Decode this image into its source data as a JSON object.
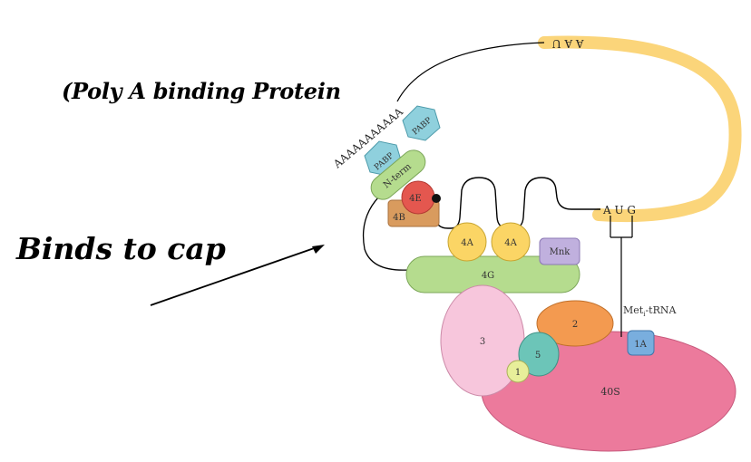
{
  "annotations": {
    "pabp_note": "(Poly A binding Protein",
    "cap_note": "Binds to cap"
  },
  "mrna": {
    "polya_tail": "AAAAAAAAAAA",
    "cap_end_bases": "A A U",
    "start_codon": "A U G"
  },
  "proteins": {
    "pabp_1": "PABP",
    "pabp_2": "PABP",
    "n_term": "N-term",
    "eif4e": "4E",
    "eif4b": "4B",
    "eif4a_1": "4A",
    "eif4a_2": "4A",
    "mnk": "Mnk",
    "eif4g": "4G",
    "eif3": "3",
    "eif2": "2",
    "eif5": "5",
    "eif1": "1",
    "eif1a": "1A",
    "ribosome_40s": "40S"
  },
  "trna": {
    "label_prefix": "Met",
    "label_subscript": "i",
    "label_suffix": "-tRNA"
  },
  "colors": {
    "mrna_body": "#fbd57a",
    "pabp": "#8fd0dd",
    "n_term": "#b5dc8e",
    "eif4e": "#e4574f",
    "eif4b": "#d99b5e",
    "eif4a": "#fbd565",
    "mnk": "#c0b0de",
    "eif4g": "#b5dc8e",
    "eif3": "#f7c6dc",
    "eif2": "#f39a50",
    "eif5": "#6cc5b8",
    "eif1": "#e7ef9a",
    "eif1a": "#79aede",
    "ribosome_40s": "#ec7a9c"
  }
}
